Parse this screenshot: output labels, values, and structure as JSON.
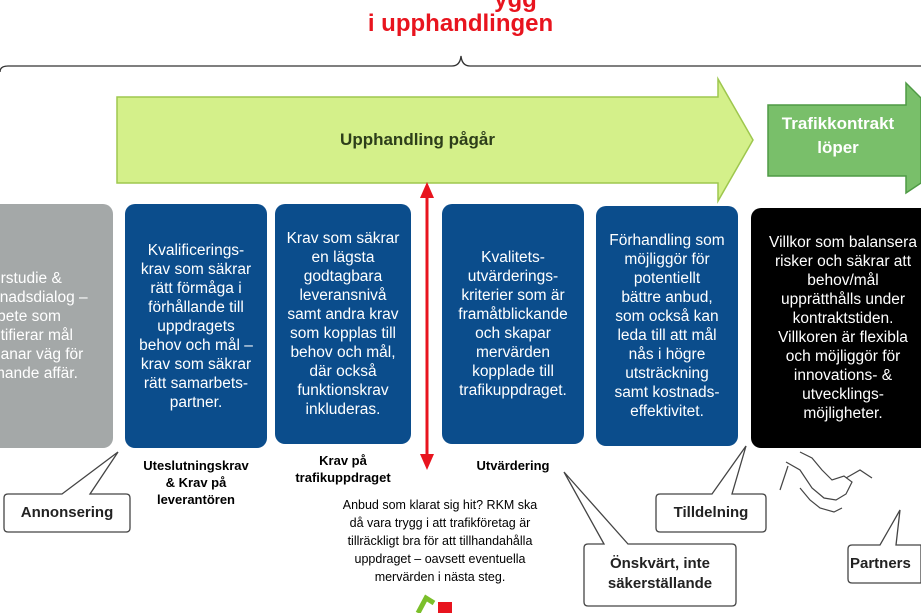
{
  "title": {
    "line1_partial": "ygg",
    "line2": "i upphandlingen"
  },
  "arrows": {
    "upphandling": "Upphandling pågår",
    "trafikkontrakt_line1": "Trafikkontrakt",
    "trafikkontrakt_line2": "löper"
  },
  "boxes": {
    "forstudie": "örstudie &\nknadsdialog –\nrbete som\nntifierar mål\nbanar väg för\nmande affär.",
    "kvalificering": "Kvalificerings-\nkrav som säkrar\nrätt förmåga i\nförhållande till\nuppdragets\nbehov och mål –\nkrav som säkrar\nrätt samarbets-\npartner.",
    "lagsta_niva": "Krav som säkrar\nen lägsta\ngodtagbara\nleveransnivå\nsamt andra krav\nsom kopplas till\nbehov och mål,\ndär också\nfunktionskrav\ninkluderas.",
    "kvalitet": "Kvalitets-\nutvärderings-\nkriterier som är\nframåtblickande\noch skapar\nmervärden\nkopplade till\ntrafikuppdraget.",
    "forhandling": "Förhandling som\nmöjliggör för\npotentiellt\nbättre anbud,\nsom också kan\nleda till att mål\nnås i högre\nutsträckning\nsamt kostnads-\neffektivitet.",
    "villkor": "Villkor som balansera\nrisker och säkrar att\nbehov/mål\nupprätthålls under\nkontraktstiden.\nVillkoren är flexibla\noch möjliggör för\ninnovations- &\nutvecklings-\nmöjligheter."
  },
  "labels": {
    "uteslutning": "Uteslutningskrav\n& Krav på\nleverantören",
    "krav_trafik": "Krav på\ntrafikuppdraget",
    "utvardering": "Utvärdering"
  },
  "note": "Anbud som klarat sig hit? RKM ska\ndå vara trygg i att trafikföretag är\ntillräckligt bra för att tillhandahålla\nuppdraget – oavsett eventuella\nmervärden i nästa steg.",
  "callouts": {
    "annonsering": "Annonsering",
    "tilldelning": "Tilldelning",
    "onskvart_line1": "Önskvärt, inte",
    "onskvart_line2": "säkerställande",
    "partners": "Partners"
  },
  "colors": {
    "title_red": "#e8141e",
    "box_blue": "#0b4d8c",
    "box_gray": "#a4a8a8",
    "box_black": "#000000",
    "arrow_lime": "#d4f08a",
    "arrow_green": "#79bf6a",
    "divider_red": "#e8141e"
  }
}
